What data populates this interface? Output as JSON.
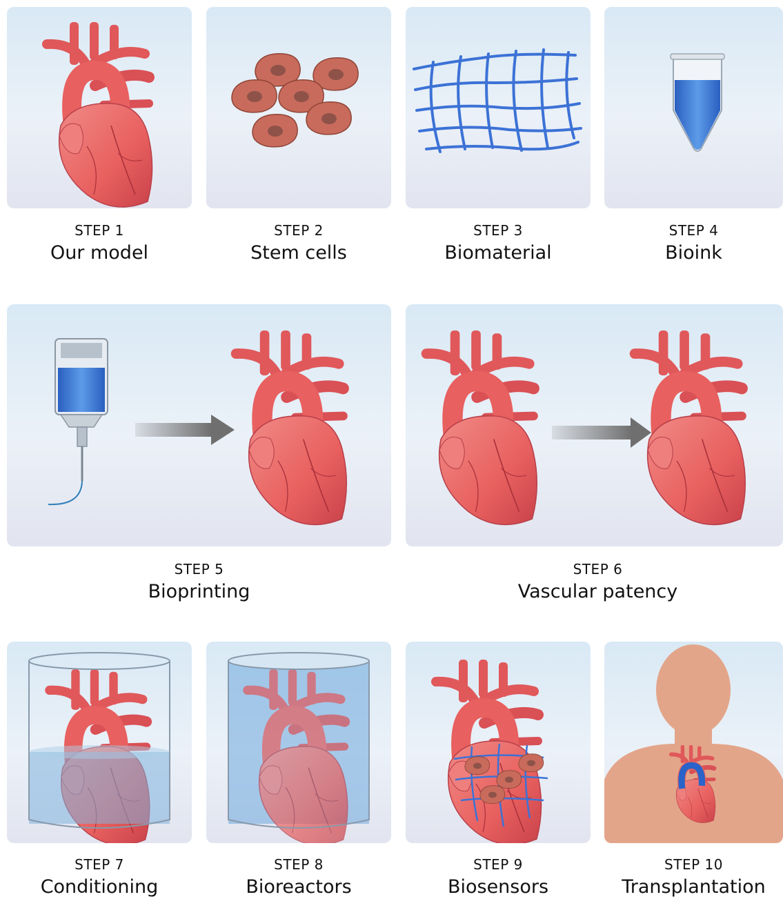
{
  "steps": [
    {
      "step": "STEP 1",
      "name": "Our model"
    },
    {
      "step": "STEP 2",
      "name": "Stem cells"
    },
    {
      "step": "STEP 3",
      "name": "Biomaterial"
    },
    {
      "step": "STEP 4",
      "name": "Bioink"
    },
    {
      "step": "STEP 5",
      "name": "Bioprinting"
    },
    {
      "step": "STEP 6",
      "name": "Vascular patency"
    },
    {
      "step": "STEP 7",
      "name": "Conditioning"
    },
    {
      "step": "STEP 8",
      "name": "Bioreactors"
    },
    {
      "step": "STEP 9",
      "name": "Biosensors"
    },
    {
      "step": "STEP 10",
      "name": "Transplantation"
    }
  ],
  "colors": {
    "heart": "#e8605f",
    "heart_shadow": "#c9424a",
    "scaffold": "#3c72d6",
    "ink": "#2f6fd0",
    "cell": "#c86b5c",
    "arrow": "#6f6f6f",
    "skin": "#e3a58a"
  }
}
